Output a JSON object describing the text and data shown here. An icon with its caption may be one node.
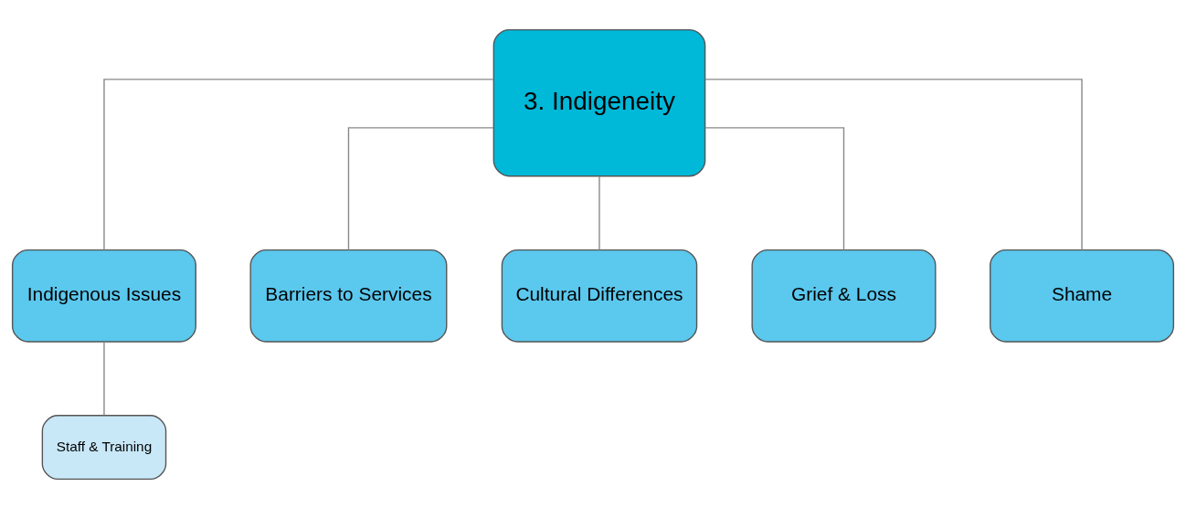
{
  "diagram": {
    "nodes": [
      {
        "text": [
          "3. Indigeneity"
        ]
      },
      {
        "text": [
          "Indigenous Issues"
        ]
      },
      {
        "text": [
          "Barriers to Services"
        ]
      },
      {
        "text": [
          "Cultural Differences"
        ]
      },
      {
        "text": [
          "Grief & Loss"
        ]
      },
      {
        "text": [
          "Shame"
        ]
      },
      {
        "text": [
          "Staff & Training"
        ]
      }
    ],
    "edges": [
      {
        "from": 0,
        "to": 1,
        "arrow": "none"
      },
      {
        "from": 0,
        "to": 2,
        "arrow": "none"
      },
      {
        "from": 0,
        "to": 3,
        "arrow": "none"
      },
      {
        "from": 0,
        "to": 4,
        "arrow": "none"
      },
      {
        "from": 0,
        "to": 5,
        "arrow": "none"
      },
      {
        "from": 1,
        "to": 6,
        "arrow": "none"
      }
    ]
  }
}
